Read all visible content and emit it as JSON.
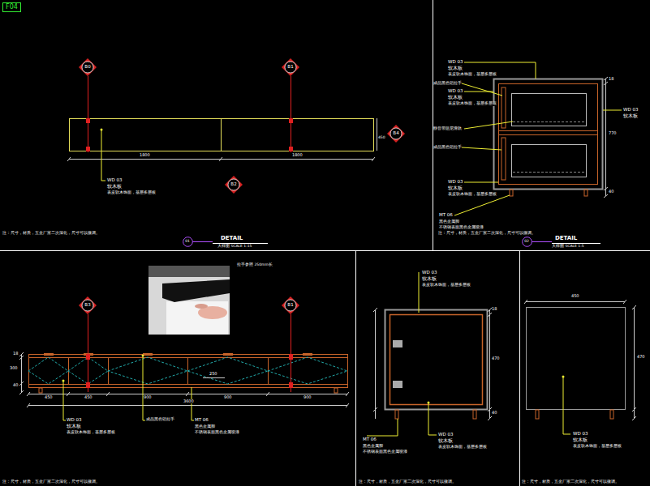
{
  "diagram": {
    "nodes": [
      {
        "text": [
          "F04"
        ]
      },
      {
        "text": [
          "B0"
        ]
      },
      {
        "text": [
          "B1"
        ]
      },
      {
        "text": [
          "B4"
        ]
      },
      {
        "text": [
          "B2"
        ]
      },
      {
        "text": [
          "B3"
        ]
      },
      {
        "text": [
          "B1"
        ]
      },
      {
        "text": [
          "01"
        ]
      },
      {
        "text": [
          "02"
        ]
      }
    ],
    "labels": [
      "1800",
      "1800",
      "450",
      "WD 03",
      "软木板",
      "表皮软木饰面，基层多层板",
      "注：尺寸，材质，五金厂家二次深化，尺寸可以微调。",
      "DETAIL",
      "大样图 SCALE 1:15",
      "WD 03",
      "软木板",
      "表皮软木饰面，基层多层板",
      "成品黑色铝拉手",
      "WD 03",
      "软木板",
      "表皮软木饰面，基层多层板",
      "静音带阻尼滑轨",
      "成品黑色铝拉手",
      "WD 03",
      "软木板",
      "表皮软木饰面，基层多层板",
      "MT 06",
      "黑色金属脚",
      "不锈钢表面黑色金属喷漆",
      "WD 03",
      "软木板",
      "18",
      "770",
      "40",
      "注：尺寸，材质，五金厂家二次深化，尺寸可以微调。",
      "DETAIL",
      "大样图 SCALE 1:5",
      "拉手参照 250mm长",
      "18",
      "300",
      "40",
      "450",
      "450",
      "900",
      "900",
      "900",
      "3600",
      "250",
      "WD 03",
      "软木板",
      "表皮软木饰面，基层多层板",
      "成品黑色铝拉手",
      "MT 06",
      "黑色金属脚",
      "不锈钢表面黑色金属喷漆",
      "注：尺寸，材质，五金厂家二次深化，尺寸可以微调。",
      "WD 03",
      "软木板",
      "表皮软木饰面，基层多层板",
      "18",
      "470",
      "40",
      "MT 06",
      "黑色金属脚",
      "不锈钢表面黑色金属喷漆",
      "WD 03",
      "软木板",
      "表皮软木饰面，基层多层板",
      "注：尺寸，材质，五金厂家二次深化，尺寸可以微调。",
      "450",
      "470",
      "WD 03",
      "软木板",
      "表皮软木饰面，基层多层板",
      "注：尺寸，材质，五金厂家二次深化，尺寸可以微调。"
    ]
  }
}
